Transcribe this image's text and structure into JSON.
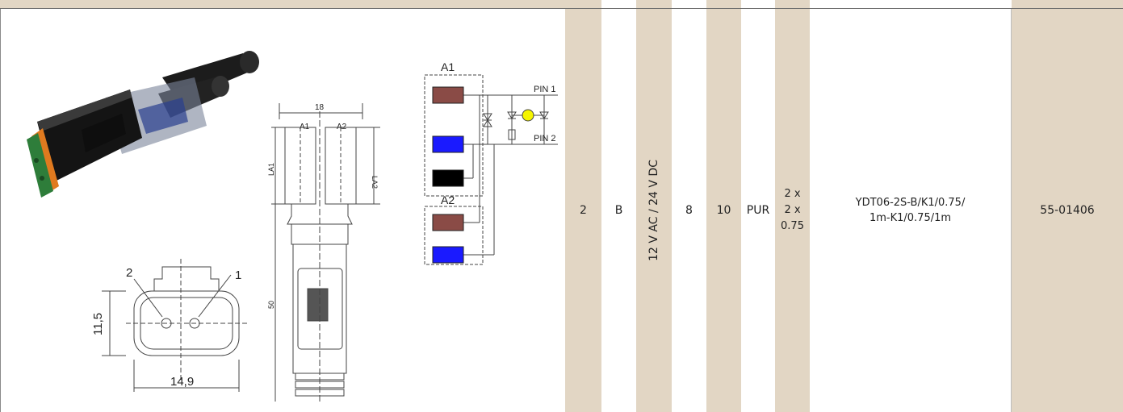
{
  "product": {
    "poles": "2",
    "type": "B",
    "voltage": "12 V AC / 24 V DC",
    "col_8": "8",
    "col_10": "10",
    "cable_material": "PUR",
    "cross_section_lines": [
      "2 x",
      "2 x",
      "0.75"
    ],
    "article_description_lines": [
      "YDT06-2S-B/K1/0.75/",
      "1m-K1/0.75/1m"
    ],
    "part_number": "55-01406"
  },
  "front_drawing": {
    "pin_left": "2",
    "pin_right": "1",
    "height_dim": "11,5",
    "width_dim": "14,9"
  },
  "side_drawing": {
    "top_dim": "18",
    "label_a1": "A1",
    "label_a2": "A2",
    "length_a1": "LA1",
    "length_a2": "LA2",
    "length_dim": "50"
  },
  "schematic": {
    "group_a1": "A1",
    "group_a2": "A2",
    "pin1": "PIN 1",
    "pin2": "PIN 2",
    "colors": {
      "brown": "#8a4b46",
      "blue": "#1a1aff",
      "black": "#000000",
      "led": "#f5f500"
    }
  },
  "colors": {
    "beige": "#e2d6c4",
    "connector_green": "#2e7d3a",
    "connector_orange": "#e07a1f"
  }
}
